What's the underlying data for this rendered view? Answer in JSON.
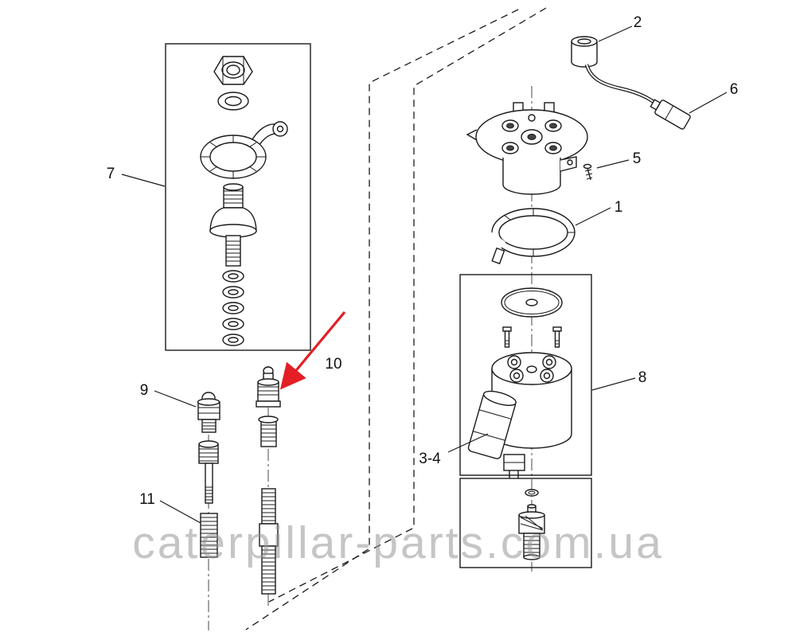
{
  "diagram": {
    "type": "exploded-parts-diagram",
    "watermark": "caterpillar-parts.com.ua",
    "colors": {
      "line": "#1a1a1a",
      "arrow": "#e31e24",
      "watermark": "#969696",
      "background": "#ffffff"
    },
    "callouts": {
      "part1": "1",
      "part2": "2",
      "part34": "3-4",
      "part5": "5",
      "part6": "6",
      "part7": "7",
      "part8": "8",
      "part9": "9",
      "part10": "10",
      "part11": "11"
    }
  }
}
